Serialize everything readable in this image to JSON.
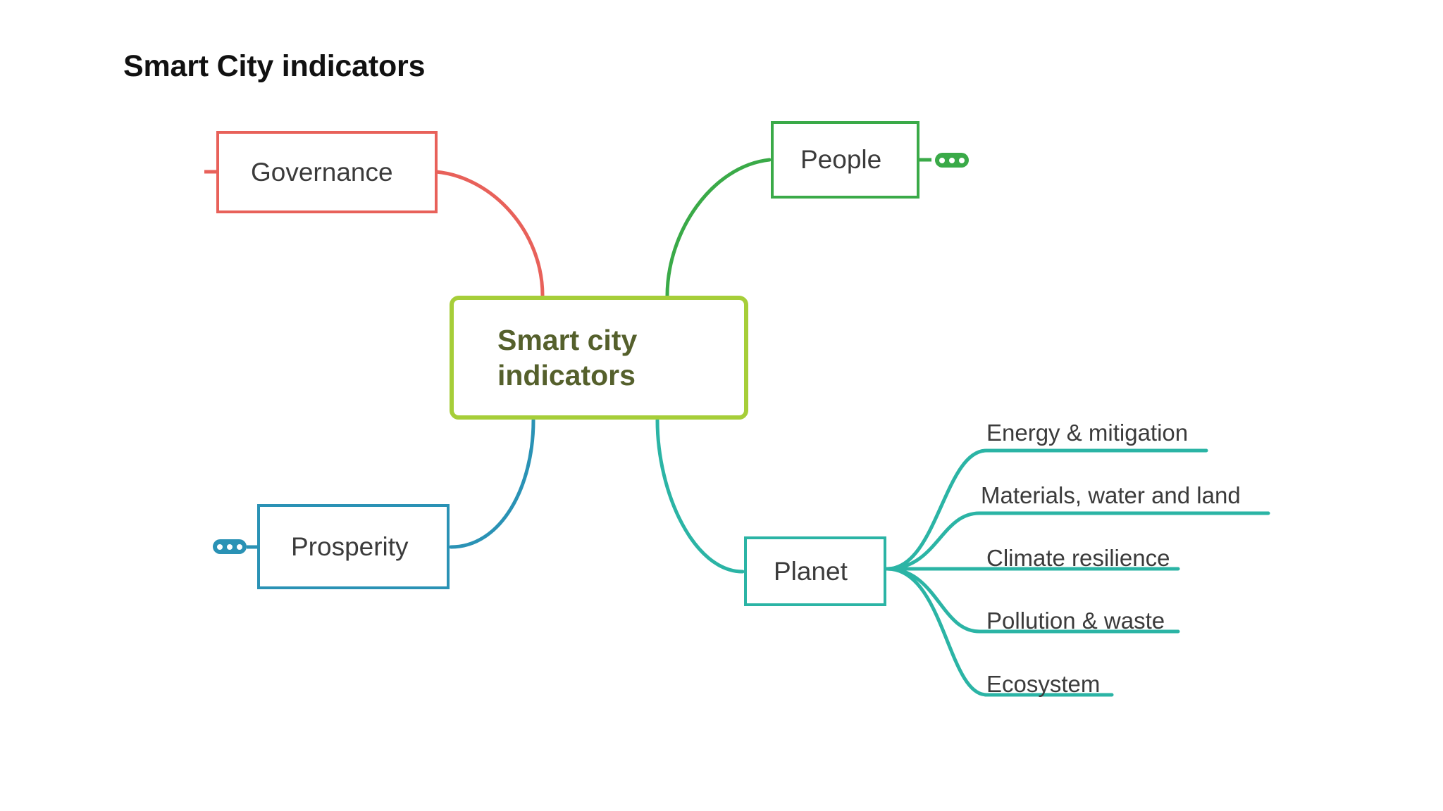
{
  "header": {
    "title": "Smart City indicators"
  },
  "diagram": {
    "type": "mind-map",
    "root": {
      "label": "Smart city\nindicators",
      "text_color": "#55602c",
      "border_color": "#a6ce39"
    },
    "branches": [
      {
        "id": "governance",
        "label": "Governance",
        "color": "#e8615a",
        "position": "top-left",
        "has_collapsed_children": false,
        "has_stub": true,
        "children": []
      },
      {
        "id": "people",
        "label": "People",
        "color": "#3aaa48",
        "position": "top-right",
        "has_collapsed_children": true,
        "collapsed_badge": "ellipsis-pill",
        "children": []
      },
      {
        "id": "prosperity",
        "label": "Prosperity",
        "color": "#2a92b5",
        "position": "bottom-left",
        "has_collapsed_children": true,
        "collapsed_badge": "ellipsis-pill",
        "children": []
      },
      {
        "id": "planet",
        "label": "Planet",
        "color": "#2bb4a5",
        "position": "bottom-right",
        "has_collapsed_children": false,
        "children": [
          {
            "label": "Energy & mitigation"
          },
          {
            "label": "Materials, water and land"
          },
          {
            "label": "Climate resilience"
          },
          {
            "label": "Pollution & waste"
          },
          {
            "label": "Ecosystem"
          }
        ]
      }
    ]
  },
  "colors": {
    "background": "#ffffff",
    "root_border": "#a6ce39",
    "root_text": "#55602c",
    "governance": "#e8615a",
    "people": "#3aaa48",
    "prosperity": "#2a92b5",
    "planet": "#2bb4a5",
    "node_text": "#3b3b3b",
    "title_text": "#111111"
  }
}
